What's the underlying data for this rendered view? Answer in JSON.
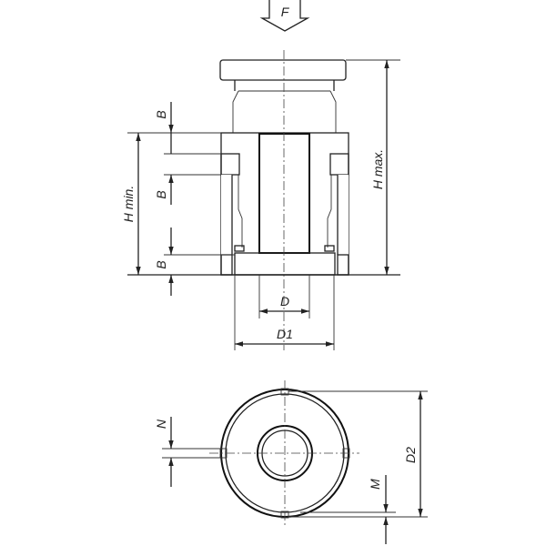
{
  "force_label": "F",
  "dimensions": {
    "h_max": "H max.",
    "h_min": "H min.",
    "b": "B",
    "d": "D",
    "d1": "D1",
    "d2": "D2",
    "n": "N",
    "m": "M"
  },
  "colors": {
    "line": "#222222",
    "fill_gray": "#e6e6e6",
    "hatch": "#555555"
  }
}
